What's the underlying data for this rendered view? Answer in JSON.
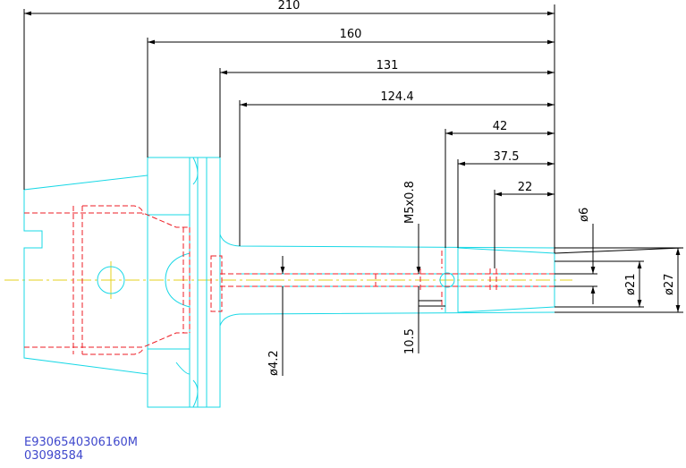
{
  "colors": {
    "outline": "#19d8e6",
    "hidden": "#ee1c24",
    "centerline": "#e6d21e",
    "dimension": "#000000",
    "id_text": "#3f48cc"
  },
  "dimensions": {
    "d210": "210",
    "d160": "160",
    "d131": "131",
    "d124": "124.4",
    "d42": "42",
    "d375": "37.5",
    "d22": "22",
    "thread": "M5x0.8",
    "d105": "10.5",
    "phi6": "ø6",
    "phi21": "ø21",
    "phi27": "ø27",
    "phi42": "ø4.2"
  },
  "footer": {
    "part_code": "E9306540306160M",
    "part_number": "03098584"
  }
}
